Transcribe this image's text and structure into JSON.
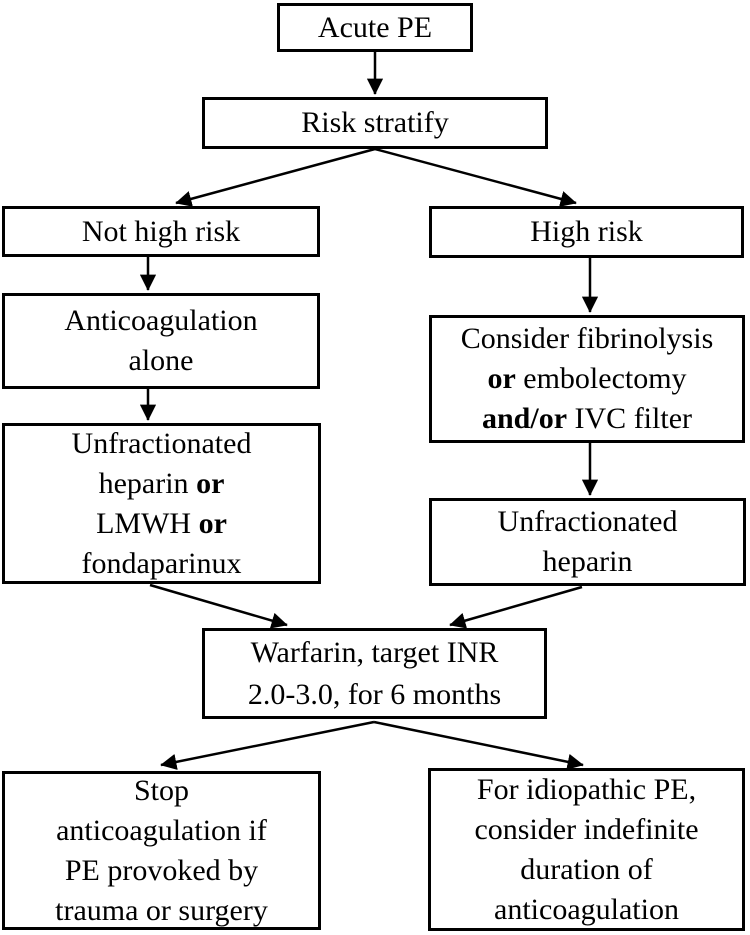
{
  "nodes": {
    "acute_pe": {
      "label": "Acute PE"
    },
    "risk_stratify": {
      "label": "Risk stratify"
    },
    "not_high_risk": {
      "label": "Not high risk"
    },
    "high_risk": {
      "label": "High risk"
    },
    "anticoagulation_alone": {
      "lines": [
        "Anticoagulation",
        "alone"
      ]
    },
    "consider_fibrinolysis": {
      "line1": "Consider fibrinolysis",
      "line2": {
        "bold": "or",
        "rest": " embolectomy"
      },
      "line3": {
        "bold": "and/or",
        "rest": " IVC filter"
      }
    },
    "heparin_lmwh_fondaparinux": {
      "line1": "Unfractionated",
      "line2": {
        "text": "heparin ",
        "bold": "or"
      },
      "line3": {
        "text": "LMWH ",
        "bold": "or"
      },
      "line4": "fondaparinux"
    },
    "unfractionated_heparin": {
      "lines": [
        "Unfractionated",
        "heparin"
      ]
    },
    "warfarin": {
      "lines": [
        "Warfarin, target INR",
        "2.0-3.0, for 6 months"
      ]
    },
    "stop_anticoagulation": {
      "lines": [
        "Stop",
        "anticoagulation if",
        "PE provoked by",
        "trauma or surgery"
      ]
    },
    "idiopathic_pe": {
      "lines": [
        "For idiopathic PE,",
        "consider indefinite",
        "duration of",
        "anticoagulation"
      ]
    }
  },
  "edges": [
    {
      "from": "acute_pe",
      "to": "risk_stratify"
    },
    {
      "from": "risk_stratify",
      "to": "not_high_risk"
    },
    {
      "from": "risk_stratify",
      "to": "high_risk"
    },
    {
      "from": "not_high_risk",
      "to": "anticoagulation_alone"
    },
    {
      "from": "anticoagulation_alone",
      "to": "heparin_lmwh_fondaparinux"
    },
    {
      "from": "high_risk",
      "to": "consider_fibrinolysis"
    },
    {
      "from": "consider_fibrinolysis",
      "to": "unfractionated_heparin"
    },
    {
      "from": "heparin_lmwh_fondaparinux",
      "to": "warfarin"
    },
    {
      "from": "unfractionated_heparin",
      "to": "warfarin"
    },
    {
      "from": "warfarin",
      "to": "stop_anticoagulation"
    },
    {
      "from": "warfarin",
      "to": "idiopathic_pe"
    }
  ],
  "colors": {
    "box_border": "#000000",
    "arrow": "#000000",
    "text": "#000000",
    "background": "#ffffff"
  }
}
